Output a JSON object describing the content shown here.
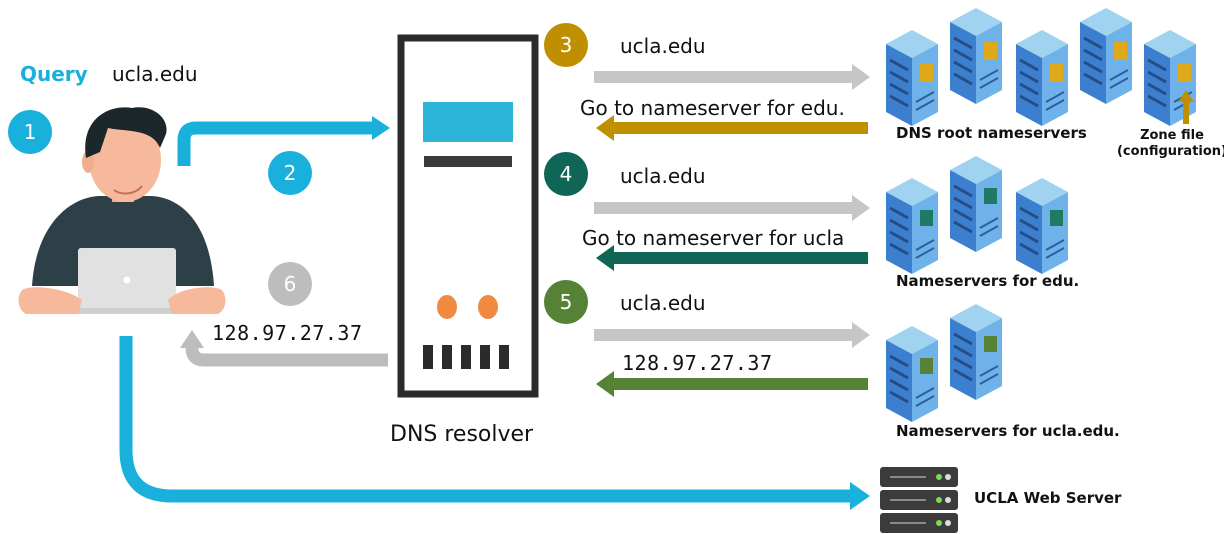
{
  "query": {
    "label": "Query",
    "domain": "ucla.edu"
  },
  "resolver": {
    "label": "DNS resolver"
  },
  "steps": [
    {
      "number": "1",
      "color": "#1ab0dc"
    },
    {
      "number": "2",
      "color": "#1ab0dc"
    },
    {
      "number": "3",
      "color": "#bf8f00"
    },
    {
      "number": "4",
      "color": "#0f6656"
    },
    {
      "number": "5",
      "color": "#558234"
    },
    {
      "number": "6",
      "color": "#bdbdbd"
    }
  ],
  "messages": {
    "root_query": "ucla.edu",
    "root_reply": "Go to nameserver for edu.",
    "edu_query": "ucla.edu",
    "edu_reply": "Go to nameserver for ucla",
    "ucla_query": "ucla.edu",
    "ucla_reply": "128.97.27.37",
    "client_reply": "128.97.27.37"
  },
  "servers": {
    "root": "DNS root nameservers",
    "zone_file": "Zone file\n(configuration)",
    "edu": "Nameservers for edu.",
    "ucla": "Nameservers for ucla.edu.",
    "web": "UCLA Web Server"
  },
  "colors": {
    "blue": "#1ab0dc",
    "gray": "#bdbdbd",
    "gold": "#bf8f00",
    "teal": "#0f6656",
    "green": "#558234"
  }
}
